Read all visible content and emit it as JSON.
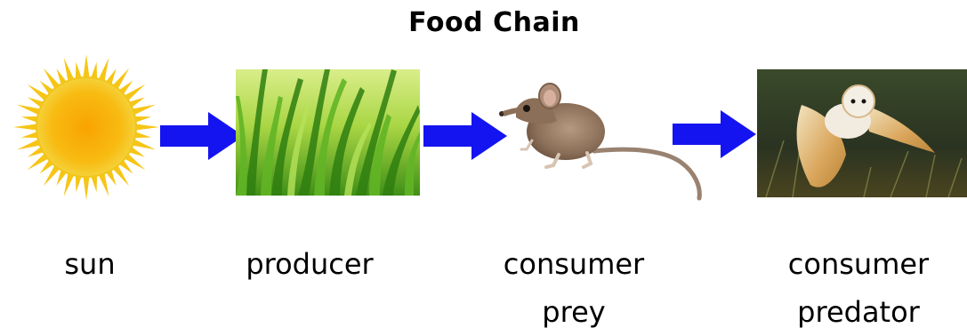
{
  "title": "Food Chain",
  "stages": [
    {
      "picture": "sun",
      "lines": [
        "sun"
      ]
    },
    {
      "picture": "grass",
      "lines": [
        "producer"
      ]
    },
    {
      "picture": "mouse",
      "lines": [
        "consumer",
        "prey"
      ]
    },
    {
      "picture": "barn-owl",
      "lines": [
        "consumer",
        "predator"
      ]
    }
  ],
  "arrow_icon": "right-arrow-icon",
  "colors": {
    "arrow": "#1414f0",
    "sun": "#f7a800",
    "grass": "#4f9e1a",
    "owl_background": "#2a3321"
  }
}
